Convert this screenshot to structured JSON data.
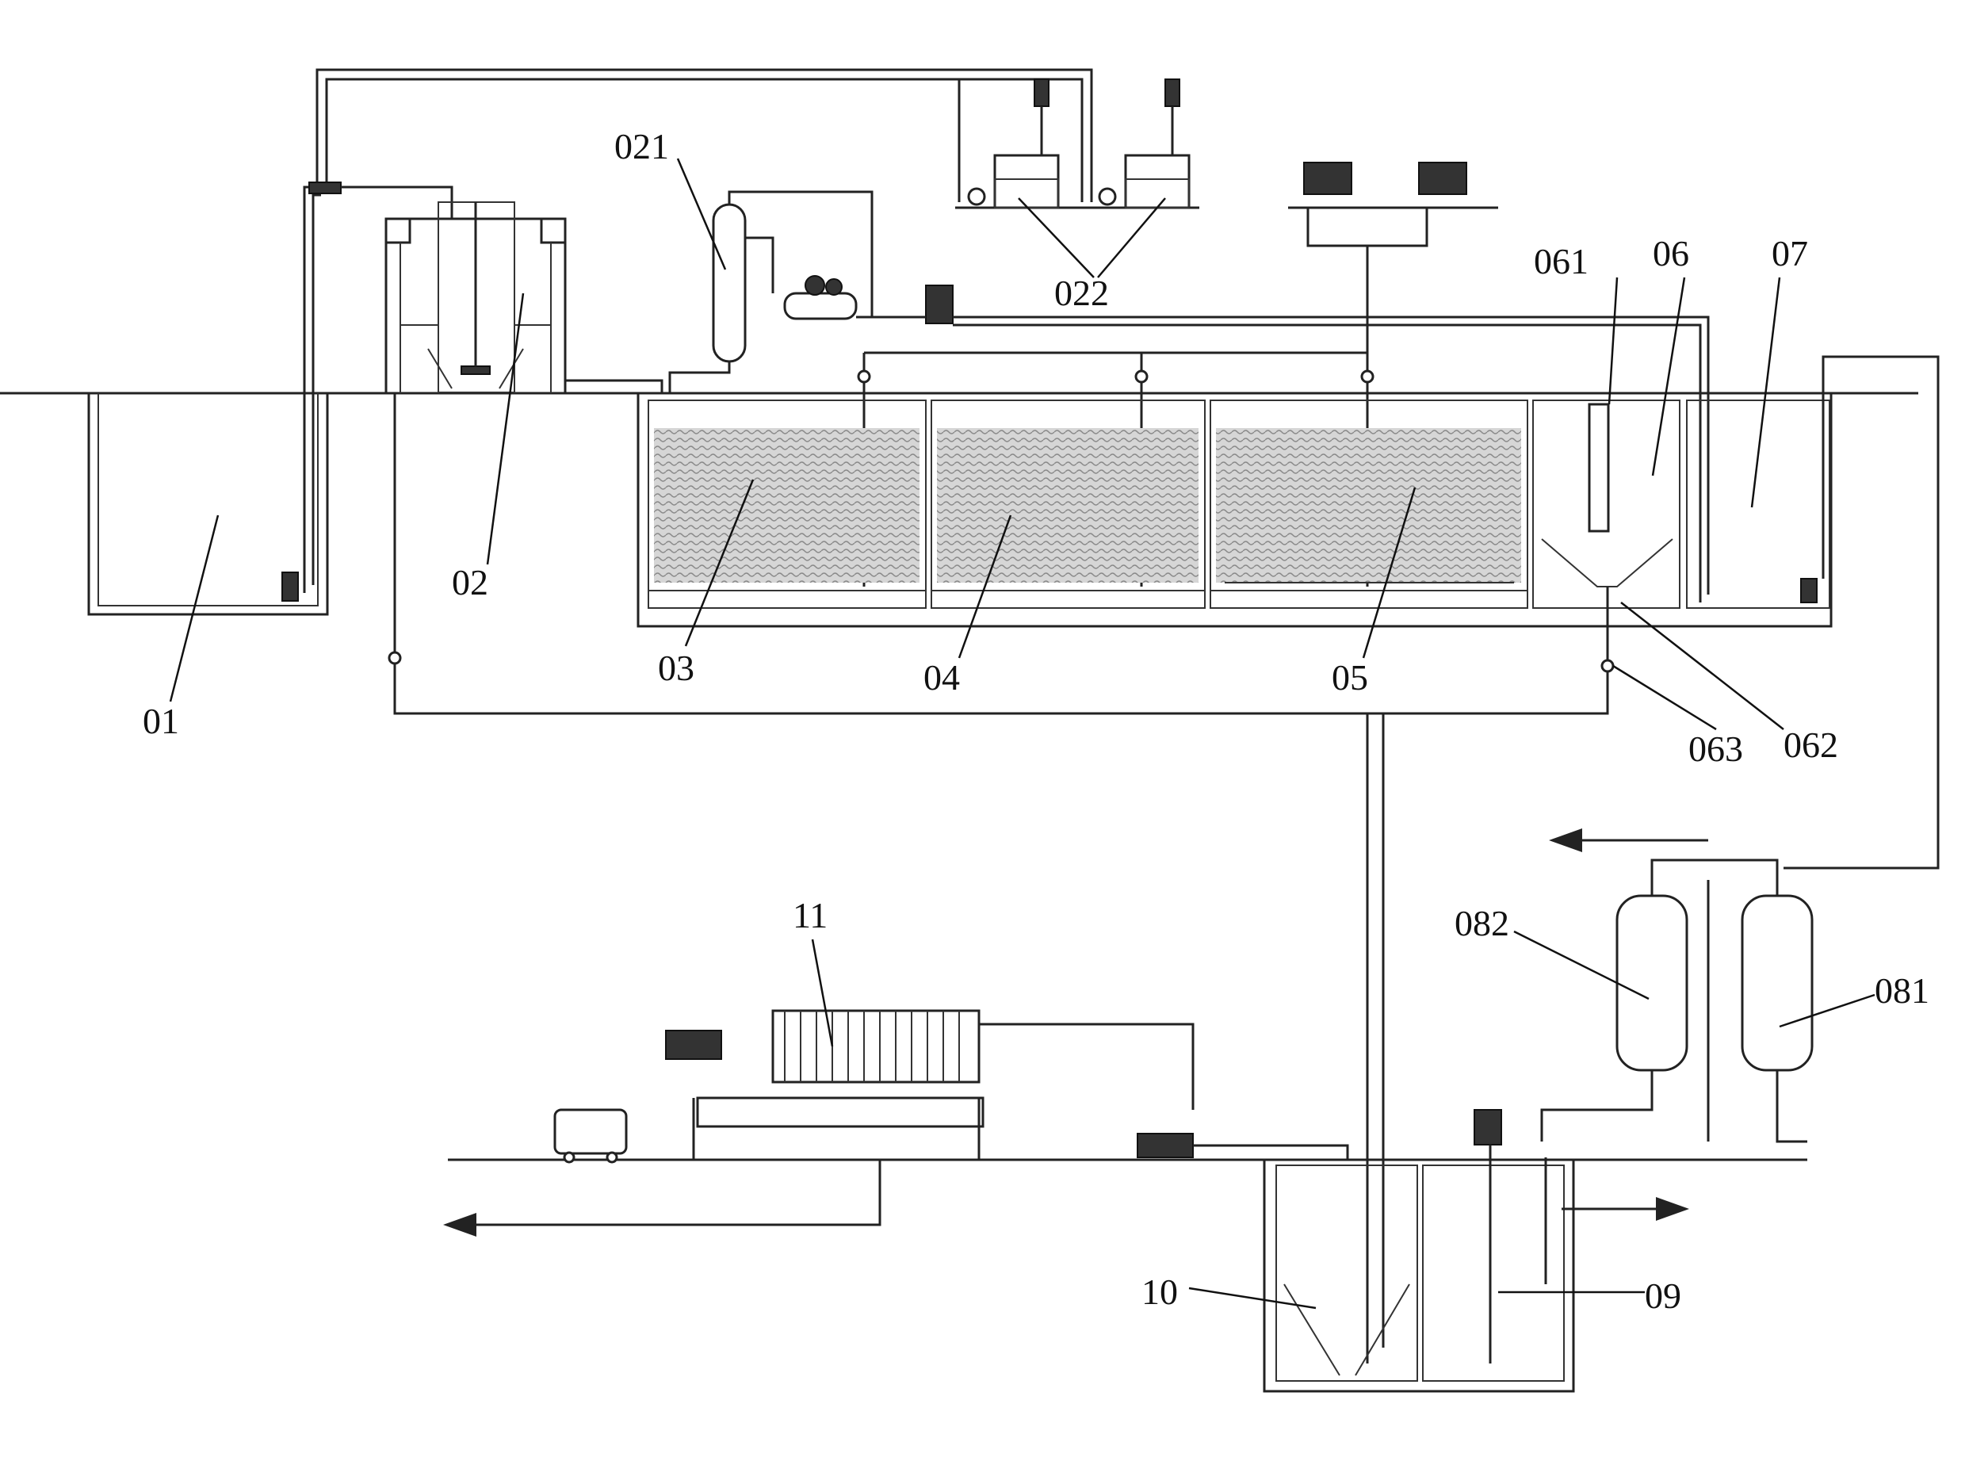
{
  "labels": {
    "l01": "01",
    "l02": "02",
    "l021": "021",
    "l022": "022",
    "l03": "03",
    "l04": "04",
    "l05": "05",
    "l06": "06",
    "l061": "061",
    "l062": "062",
    "l063": "063",
    "l07": "07",
    "l081": "081",
    "l082": "082",
    "l09": "09",
    "l10": "10",
    "l11": "11"
  },
  "colors": {
    "line": "#222222",
    "media_fill": "#c8c8c8",
    "background": "#ffffff"
  },
  "icons": [
    "pump-icon",
    "valve-icon",
    "dosing-tank-icon",
    "compressor-icon",
    "filter-press-icon",
    "pressure-vessel-icon",
    "sludge-cart-icon",
    "flow-arrow-icon"
  ]
}
